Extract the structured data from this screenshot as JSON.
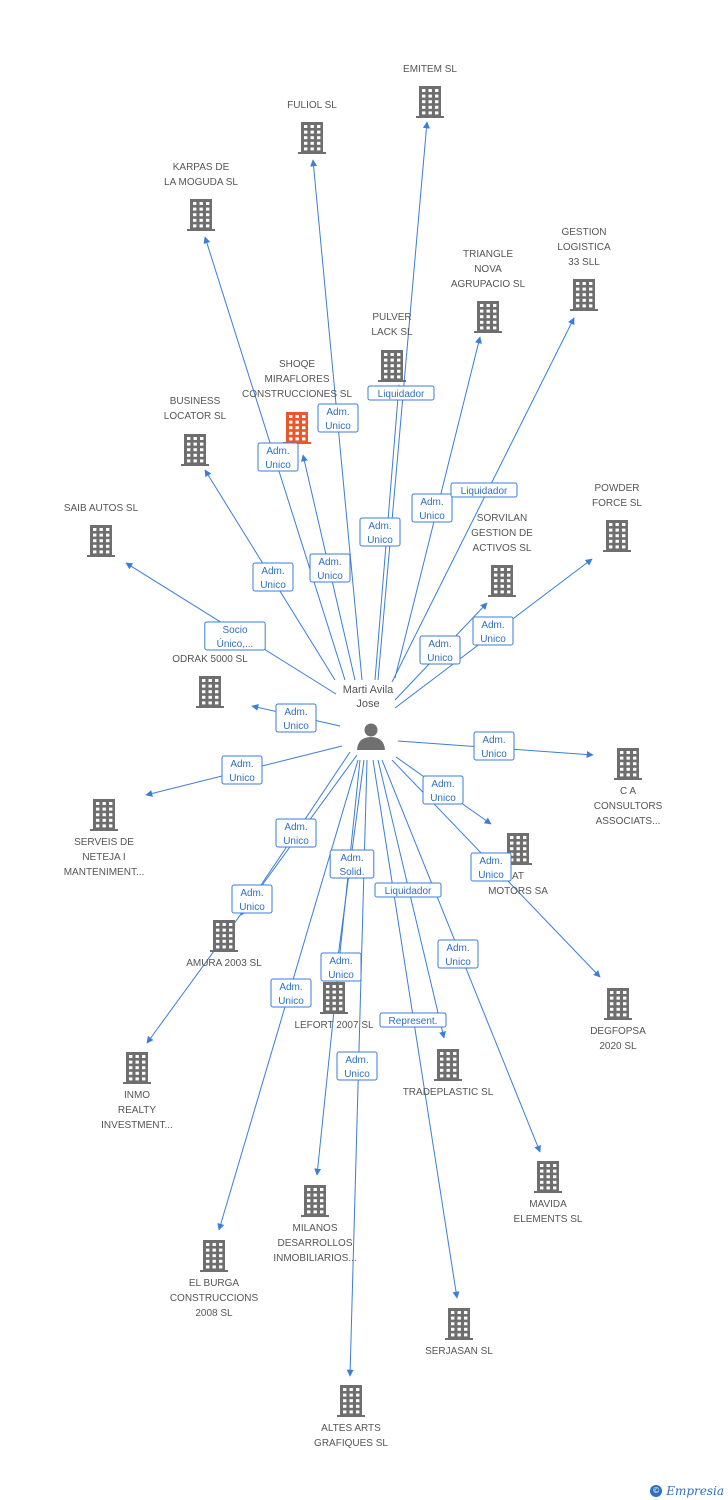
{
  "center": {
    "name_lines": [
      "Marti Avila",
      "Jose"
    ],
    "icon": "person-icon"
  },
  "colors": {
    "edge": "#3b7dd8",
    "building": "#6e6e6e",
    "highlight": "#e8582a",
    "label_border": "#3b7dd8"
  },
  "nodes": [
    {
      "id": "emitem",
      "lines": [
        "EMITEM SL"
      ]
    },
    {
      "id": "fuliol",
      "lines": [
        "FULIOL SL"
      ]
    },
    {
      "id": "karpas",
      "lines": [
        "KARPAS DE",
        "LA MOGUDA SL"
      ]
    },
    {
      "id": "triangle",
      "lines": [
        "TRIANGLE",
        "NOVA",
        "AGRUPACIO SL"
      ]
    },
    {
      "id": "gestion",
      "lines": [
        "GESTION",
        "LOGISTICA",
        "33 SLL"
      ]
    },
    {
      "id": "pulver",
      "lines": [
        "PULVER",
        "LACK SL"
      ]
    },
    {
      "id": "shoqe",
      "lines": [
        "SHOQE",
        "MIRAFLORES",
        "CONSTRUCCIONES SL"
      ],
      "highlight": true
    },
    {
      "id": "business",
      "lines": [
        "BUSINESS",
        "LOCATOR SL"
      ]
    },
    {
      "id": "powder",
      "lines": [
        "POWDER",
        "FORCE SL"
      ]
    },
    {
      "id": "saib",
      "lines": [
        "SAIB AUTOS SL"
      ]
    },
    {
      "id": "sorvilan",
      "lines": [
        "SORVILAN",
        "GESTION DE",
        "ACTIVOS SL"
      ]
    },
    {
      "id": "odrak",
      "lines": [
        "ODRAK 5000 SL"
      ]
    },
    {
      "id": "ca",
      "lines": [
        "C A",
        "CONSULTORS",
        "ASSOCIATS..."
      ]
    },
    {
      "id": "serveis",
      "lines": [
        "SERVEIS DE",
        "NETEJA I",
        "MANTENIMENT..."
      ]
    },
    {
      "id": "motors",
      "lines": [
        "AT",
        "MOTORS SA"
      ]
    },
    {
      "id": "amura",
      "lines": [
        "AMURA 2003 SL"
      ]
    },
    {
      "id": "lefort",
      "lines": [
        "LEFORT 2007 SL"
      ]
    },
    {
      "id": "degfopsa",
      "lines": [
        "DEGFOPSA",
        "2020 SL"
      ]
    },
    {
      "id": "inmo",
      "lines": [
        "INMO",
        "REALTY",
        "INVESTMENT..."
      ]
    },
    {
      "id": "tradeplastic",
      "lines": [
        "TRADEPLASTIC SL"
      ]
    },
    {
      "id": "milanos",
      "lines": [
        "MILANOS",
        "DESARROLLOS",
        "INMOBILIARIOS..."
      ]
    },
    {
      "id": "mavida",
      "lines": [
        "MAVIDA",
        "ELEMENTS SL"
      ]
    },
    {
      "id": "elburga",
      "lines": [
        "EL BURGA",
        "CONSTRUCCIONS",
        "2008 SL"
      ]
    },
    {
      "id": "serjasan",
      "lines": [
        "SERJASAN SL"
      ]
    },
    {
      "id": "altes",
      "lines": [
        "ALTES ARTS",
        "GRAFIQUES SL"
      ]
    }
  ],
  "edges": [
    {
      "to": "emitem",
      "label": [
        "Adm.",
        "Unico"
      ]
    },
    {
      "to": "fuliol",
      "label": [
        "Adm.",
        "Unico"
      ]
    },
    {
      "to": "karpas",
      "label": [
        "Adm.",
        "Unico"
      ]
    },
    {
      "to": "triangle",
      "label": [
        "Adm.",
        "Unico"
      ]
    },
    {
      "to": "gestion",
      "label": [
        "Liquidador"
      ]
    },
    {
      "to": "pulver",
      "label": [
        "Liquidador"
      ]
    },
    {
      "to": "shoqe",
      "label": [
        "Adm.",
        "Unico"
      ]
    },
    {
      "to": "business",
      "label": [
        "Adm.",
        "Unico"
      ]
    },
    {
      "to": "powder",
      "label": [
        "Adm.",
        "Unico"
      ]
    },
    {
      "to": "saib",
      "label": [
        "Socio",
        "Único,..."
      ]
    },
    {
      "to": "sorvilan",
      "label": [
        "Adm.",
        "Unico"
      ]
    },
    {
      "to": "odrak",
      "label": [
        "Adm.",
        "Unico"
      ]
    },
    {
      "to": "ca",
      "label": [
        "Adm.",
        "Unico"
      ]
    },
    {
      "to": "serveis",
      "label": [
        "Adm.",
        "Unico"
      ]
    },
    {
      "to": "motors",
      "label": [
        "Adm.",
        "Unico"
      ]
    },
    {
      "to": "amura",
      "label": [
        "Adm.",
        "Unico"
      ]
    },
    {
      "to": "lefort",
      "label": [
        "Adm.",
        "Unico"
      ]
    },
    {
      "to": "degfopsa",
      "label": [
        "Adm.",
        "Unico"
      ]
    },
    {
      "to": "inmo",
      "label": [
        "Adm.",
        "Unico"
      ]
    },
    {
      "to": "tradeplastic",
      "label": [
        "Liquidador"
      ]
    },
    {
      "to": "milanos",
      "label": [
        "Adm.",
        "Solid."
      ]
    },
    {
      "to": "mavida",
      "label": [
        "Adm.",
        "Unico"
      ]
    },
    {
      "to": "elburga",
      "label": [
        "Adm.",
        "Unico"
      ]
    },
    {
      "to": "serjasan",
      "label": [
        "Represent."
      ]
    },
    {
      "to": "altes",
      "label": [
        "Adm.",
        "Unico"
      ]
    }
  ],
  "footer": {
    "copyright_symbol": "©",
    "brand": "Empresia"
  }
}
